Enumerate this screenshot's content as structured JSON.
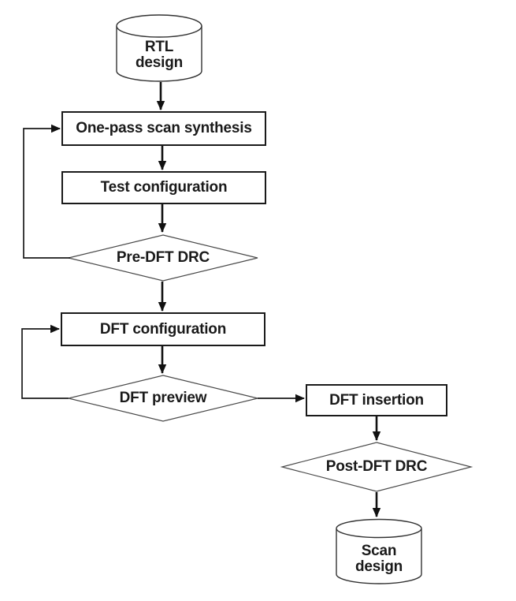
{
  "diagram_type": "flowchart",
  "nodes": {
    "rtl_design": {
      "type": "data-store",
      "label": "RTL\ndesign"
    },
    "one_pass_scan_synthesis": {
      "type": "process",
      "label": "One-pass scan synthesis"
    },
    "test_configuration": {
      "type": "process",
      "label": "Test configuration"
    },
    "pre_dft_drc": {
      "type": "decision",
      "label": "Pre-DFT DRC"
    },
    "dft_configuration": {
      "type": "process",
      "label": "DFT configuration"
    },
    "dft_preview": {
      "type": "decision",
      "label": "DFT preview"
    },
    "dft_insertion": {
      "type": "process",
      "label": "DFT insertion"
    },
    "post_dft_drc": {
      "type": "decision",
      "label": "Post-DFT DRC"
    },
    "scan_design": {
      "type": "data-store",
      "label": "Scan\ndesign"
    }
  },
  "edges": [
    {
      "from": "rtl_design",
      "to": "one_pass_scan_synthesis",
      "kind": "flow"
    },
    {
      "from": "one_pass_scan_synthesis",
      "to": "test_configuration",
      "kind": "flow"
    },
    {
      "from": "test_configuration",
      "to": "pre_dft_drc",
      "kind": "flow"
    },
    {
      "from": "pre_dft_drc",
      "to": "dft_configuration",
      "kind": "flow"
    },
    {
      "from": "pre_dft_drc",
      "to": "one_pass_scan_synthesis",
      "kind": "feedback-loop"
    },
    {
      "from": "dft_configuration",
      "to": "dft_preview",
      "kind": "flow"
    },
    {
      "from": "dft_preview",
      "to": "dft_configuration",
      "kind": "feedback-loop"
    },
    {
      "from": "dft_preview",
      "to": "dft_insertion",
      "kind": "flow"
    },
    {
      "from": "dft_insertion",
      "to": "post_dft_drc",
      "kind": "flow"
    },
    {
      "from": "post_dft_drc",
      "to": "scan_design",
      "kind": "flow"
    }
  ],
  "colors": {
    "background": "#ffffff",
    "shape_fill": "#ffffff",
    "process_border": "#1a1a1a",
    "decision_border": "#4a4a4a",
    "datastore_border": "#333333",
    "arrow": "#111111",
    "text": "#1a1a1a"
  }
}
